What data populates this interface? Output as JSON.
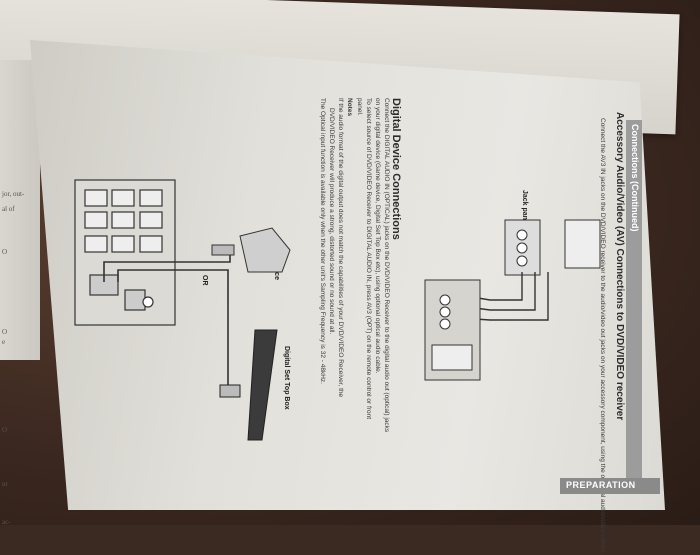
{
  "page": {
    "header": "Connections (Continued)",
    "section_title": "Accessory Audio/Video (AV) Connections to DVD/VIDEO receiver",
    "section_intro": "Connect the AV3 IN jacks on the DVD/VIDEO receiver to the audio/video out jacks on your accessory component, using the optional audio/video cables.",
    "jack_panel_label": "Jack panel of Accessory",
    "digital_title": "Digital Device Connections",
    "digital_line1": "Connect the DIGITAL AUDIO IN (OPTICAL) jacks on the DVD/VIDEO Receiver to the digital audio out (optical) jacks",
    "digital_line2": "on your digital device (Game device, Digital Set Top Box etc), using optional optical audio cable.",
    "digital_line3": "To select source of DVD/VIDEO Receiver to DIGITAL AUDIO IN, press AV3 (OPT) on the remote control or front",
    "digital_line4": "panel.",
    "notes_label": "Notes",
    "note1a": "If the audio format of the digital output does not match the capabilities of your DVD/VIDEO Receiver, the",
    "note1b": "DVD/VIDEO Receiver will produce a strong, distorted sound or no sound at all.",
    "note2": "The Optical input function is available only when the other unit's Sampling Frequency is 32 - 48kHz.",
    "game_device": "Game Device",
    "or_label": "OR",
    "set_top_box": "Digital Set Top Box",
    "preparation": "PREPARATION",
    "left_edge": [
      "jor, out-",
      "al of",
      "O",
      "O",
      "e",
      "O",
      "ur",
      "ac-"
    ]
  }
}
